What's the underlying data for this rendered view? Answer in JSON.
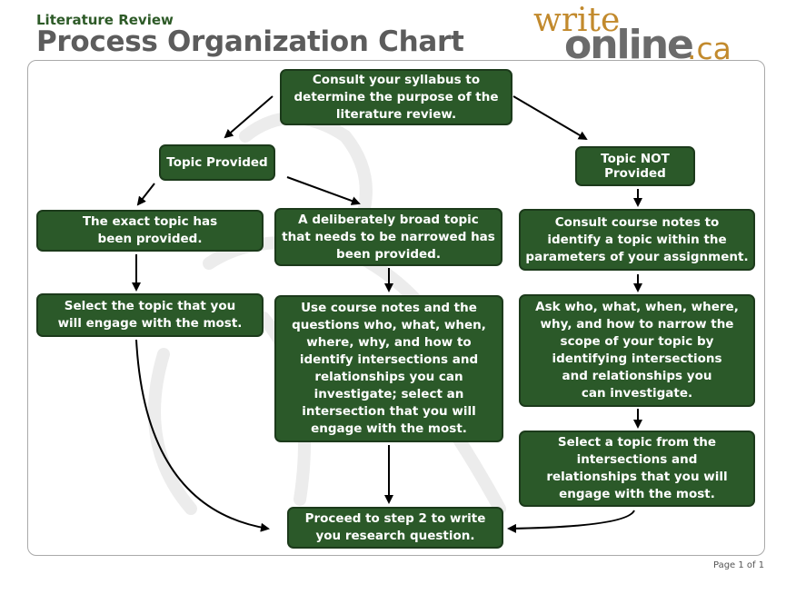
{
  "header": {
    "subtitle": "Literature Review",
    "title": "Process Organization Chart"
  },
  "logo": {
    "part1": "write",
    "part2": "online",
    "part3": ".ca"
  },
  "colors": {
    "box_fill": "#2b5929",
    "title": "#5c5c5c",
    "subtitle": "#2d5a27",
    "logo_accent": "#c28a2d"
  },
  "nodes": {
    "consult_syllabus": "Consult your syllabus to\ndetermine the purpose of the\nliterature review.",
    "topic_provided": "Topic Provided",
    "topic_not_provided": "Topic NOT\nProvided",
    "exact_topic": "The exact topic has\nbeen provided.",
    "broad_topic": "A deliberately broad topic\nthat needs to be narrowed has\nbeen provided.",
    "consult_course_notes": "Consult course notes to\nidentify a topic within the\nparameters of your assignment.",
    "select_topic_engage": "Select the topic that you\nwill engage with the most.",
    "use_course_notes": "Use course notes and the\nquestions who, what, when,\nwhere, why, and how to\nidentify intersections and\nrelationships you can\ninvestigate; select an\nintersection that you will\nengage with the most.",
    "ask_who_what": "Ask who, what, when, where,\nwhy, and how to narrow the\nscope of your topic by\nidentifying intersections\nand relationships you\ncan investigate.",
    "select_from_intersections": "Select a topic from the\nintersections and\nrelationships that you will\nengage with the most.",
    "proceed_step2": "Proceed to step 2 to write\nyou research question."
  },
  "footer": {
    "page": "Page 1 of 1"
  }
}
